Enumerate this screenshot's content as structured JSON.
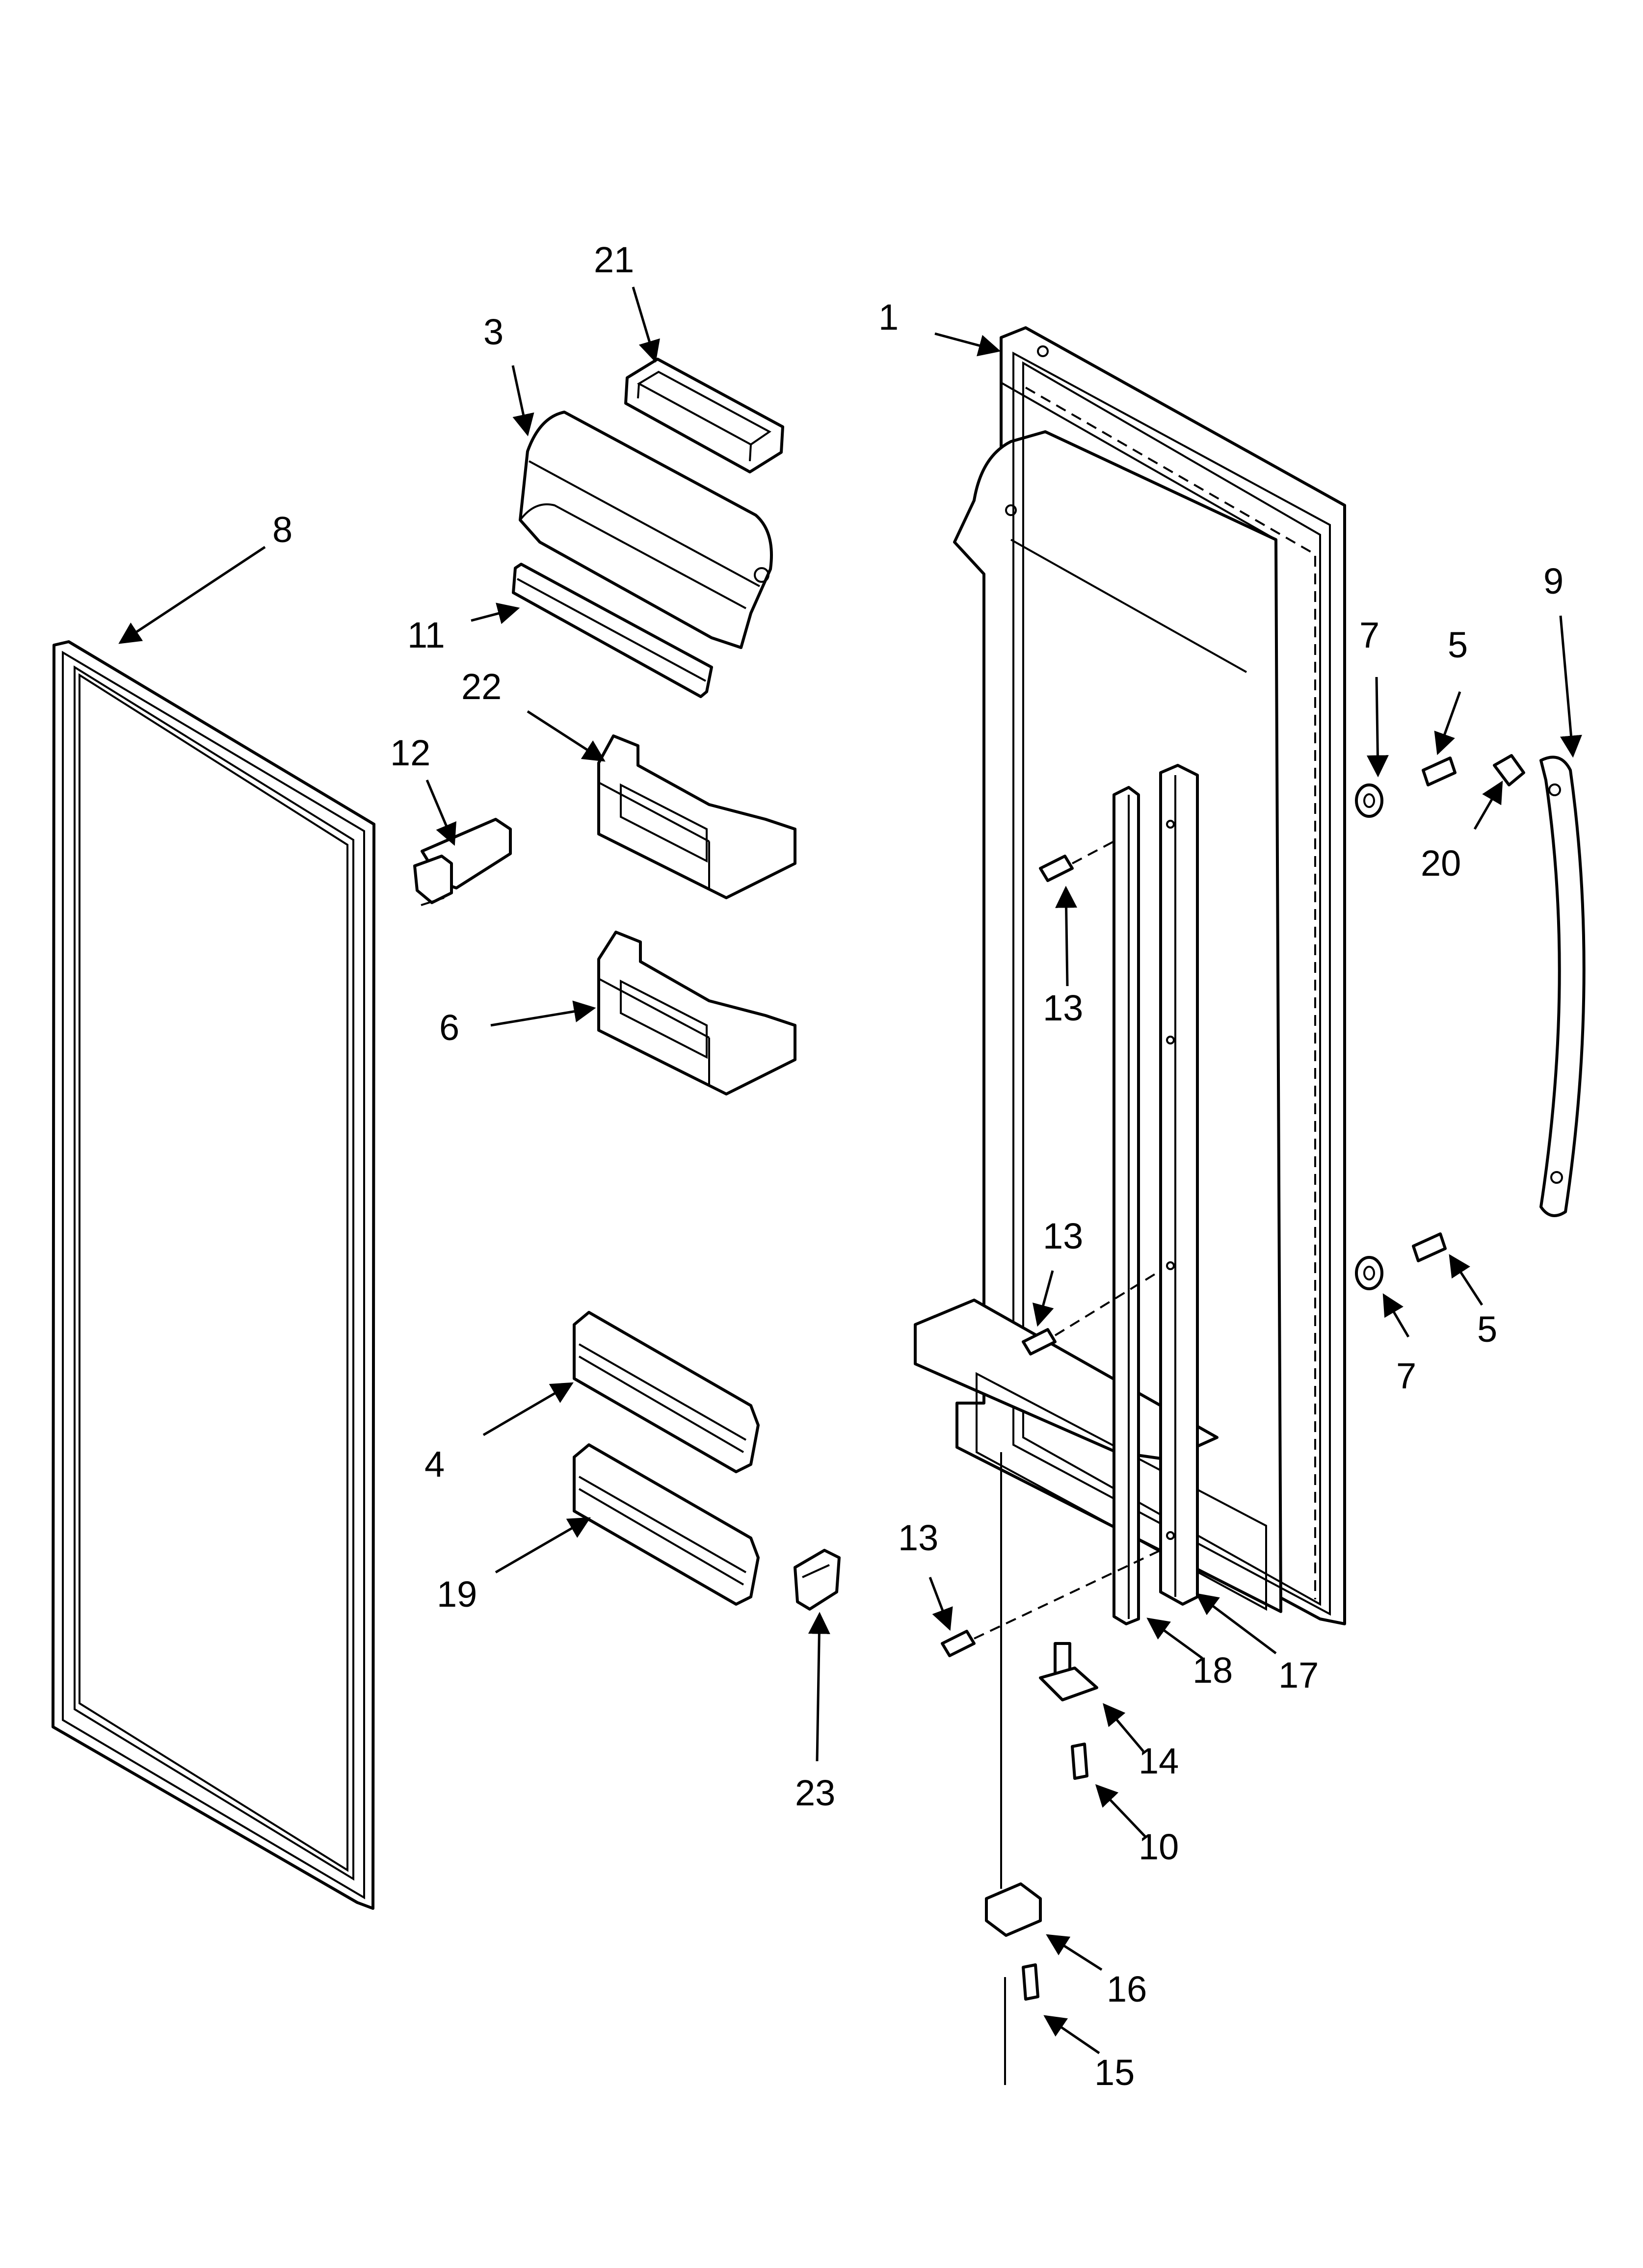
{
  "callouts": [
    {
      "id": "1",
      "label": "1"
    },
    {
      "id": "3",
      "label": "3"
    },
    {
      "id": "4",
      "label": "4"
    },
    {
      "id": "5a",
      "label": "5"
    },
    {
      "id": "5b",
      "label": "5"
    },
    {
      "id": "6",
      "label": "6"
    },
    {
      "id": "7a",
      "label": "7"
    },
    {
      "id": "7b",
      "label": "7"
    },
    {
      "id": "8",
      "label": "8"
    },
    {
      "id": "9",
      "label": "9"
    },
    {
      "id": "10",
      "label": "10"
    },
    {
      "id": "11",
      "label": "11"
    },
    {
      "id": "12",
      "label": "12"
    },
    {
      "id": "13a",
      "label": "13"
    },
    {
      "id": "13b",
      "label": "13"
    },
    {
      "id": "13c",
      "label": "13"
    },
    {
      "id": "14",
      "label": "14"
    },
    {
      "id": "15",
      "label": "15"
    },
    {
      "id": "16",
      "label": "16"
    },
    {
      "id": "17",
      "label": "17"
    },
    {
      "id": "18",
      "label": "18"
    },
    {
      "id": "19",
      "label": "19"
    },
    {
      "id": "20",
      "label": "20"
    },
    {
      "id": "21",
      "label": "21"
    },
    {
      "id": "22",
      "label": "22"
    },
    {
      "id": "23",
      "label": "23"
    }
  ]
}
